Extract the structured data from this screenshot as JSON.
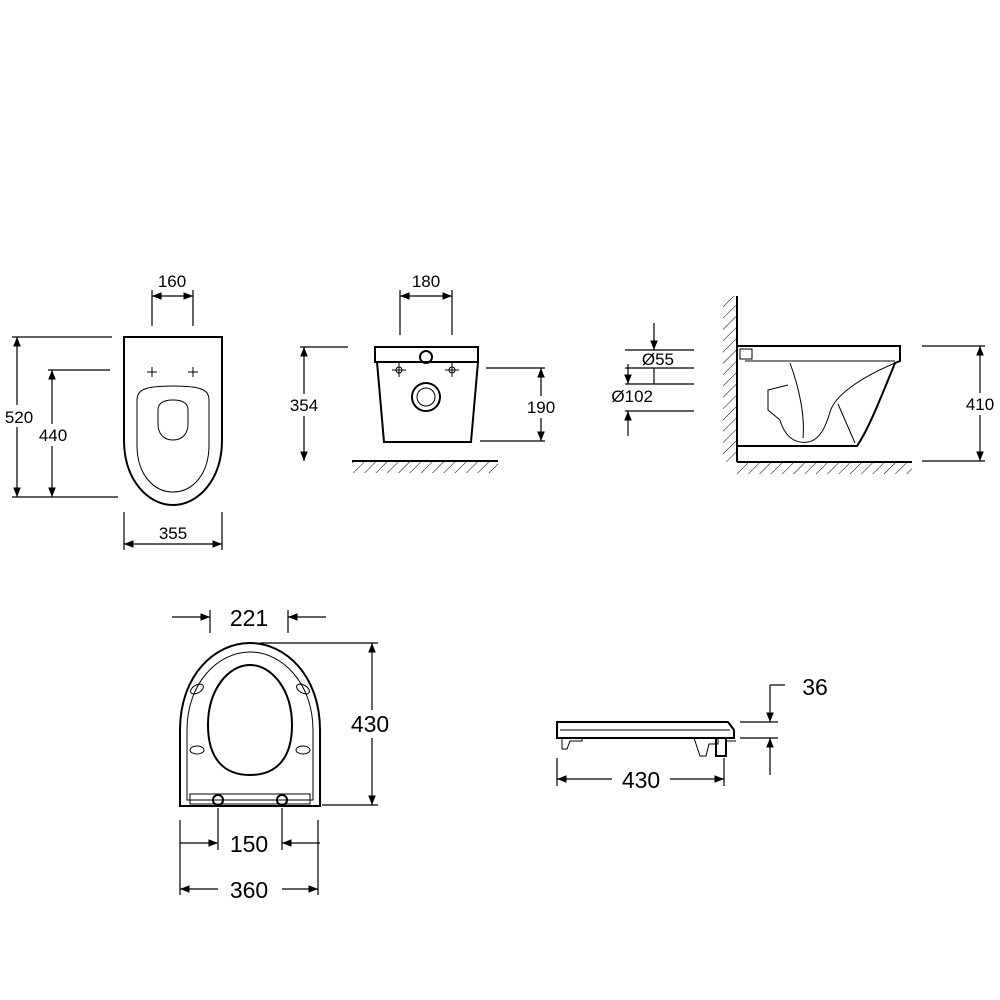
{
  "front_view": {
    "dim_width_top": "160",
    "dim_height_outer": "520",
    "dim_height_inner": "440",
    "dim_width_bottom": "355"
  },
  "rear_view": {
    "dim_width_top": "180",
    "dim_height_left": "354",
    "dim_height_right": "190"
  },
  "pipe_detail": {
    "dim_small_dia": "Ø55",
    "dim_large_dia": "Ø102"
  },
  "side_view": {
    "dim_height": "410"
  },
  "seat_top_view": {
    "dim_top": "221",
    "dim_height": "430",
    "dim_bolt_spacing": "150",
    "dim_width": "360"
  },
  "seat_side_view": {
    "dim_thickness": "36",
    "dim_length": "430"
  }
}
